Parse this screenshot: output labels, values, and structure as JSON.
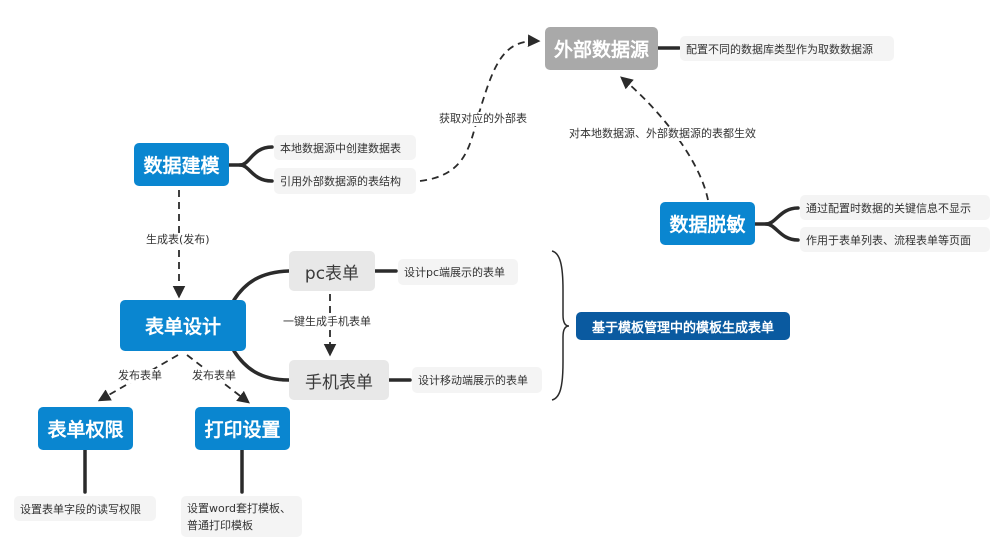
{
  "colors": {
    "main_node": "#0a86d0",
    "external_node": "#a9a9a9",
    "sub_node": "#e8e8e8",
    "desc_bg": "#f4f4f4",
    "summary": "#0a5aa0",
    "line": "#2b2b2b"
  },
  "nodes": {
    "data_modeling": {
      "label": "数据建模",
      "details": [
        "本地数据源中创建数据表",
        "引用外部数据源的表结构"
      ]
    },
    "external_source": {
      "label": "外部数据源",
      "detail": "配置不同的数据库类型作为取数数据源"
    },
    "data_masking": {
      "label": "数据脱敏",
      "details": [
        "通过配置时数据的关键信息不显示",
        "作用于表单列表、流程表单等页面"
      ]
    },
    "form_design": {
      "label": "表单设计"
    },
    "pc_form": {
      "label": "pc表单",
      "detail": "设计pc端展示的表单"
    },
    "mobile_form": {
      "label": "手机表单",
      "detail": "设计移动端展示的表单"
    },
    "form_permission": {
      "label": "表单权限",
      "detail": "设置表单字段的读写权限"
    },
    "print_settings": {
      "label": "打印设置",
      "detail": "设置word套打模板、普通打印模板"
    },
    "template_summary": {
      "label": "基于模板管理中的模板生成表单"
    }
  },
  "edge_labels": {
    "get_external_table": "获取对应的外部表",
    "applies_to_both": "对本地数据源、外部数据源的表都生效",
    "generate_table": "生成表(发布)",
    "one_click_mobile": "一键生成手机表单",
    "publish_form_left": "发布表单",
    "publish_form_right": "发布表单"
  }
}
